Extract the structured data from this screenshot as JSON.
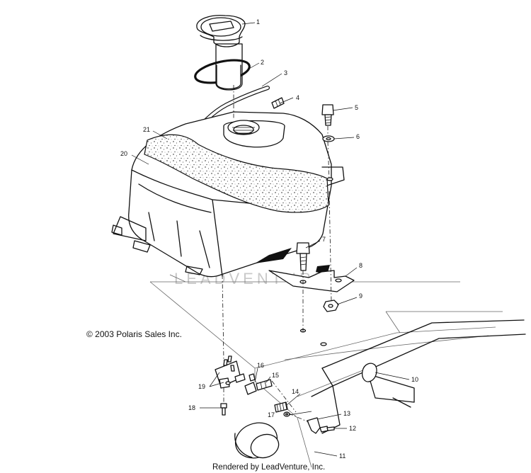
{
  "diagram": {
    "copyright": "© 2003 Polaris Sales Inc.",
    "rendered_by": "Rendered by LeadVenture, Inc.",
    "watermark": "LEADVENTURE",
    "callouts": [
      {
        "number": "1"
      },
      {
        "number": "2"
      },
      {
        "number": "3"
      },
      {
        "number": "4"
      },
      {
        "number": "5"
      },
      {
        "number": "6"
      },
      {
        "number": "7"
      },
      {
        "number": "8"
      },
      {
        "number": "9"
      },
      {
        "number": "10"
      },
      {
        "number": "11"
      },
      {
        "number": "12"
      },
      {
        "number": "13"
      },
      {
        "number": "14"
      },
      {
        "number": "15"
      },
      {
        "number": "16"
      },
      {
        "number": "17"
      },
      {
        "number": "18"
      },
      {
        "number": "19"
      },
      {
        "number": "20"
      },
      {
        "number": "21"
      }
    ]
  }
}
